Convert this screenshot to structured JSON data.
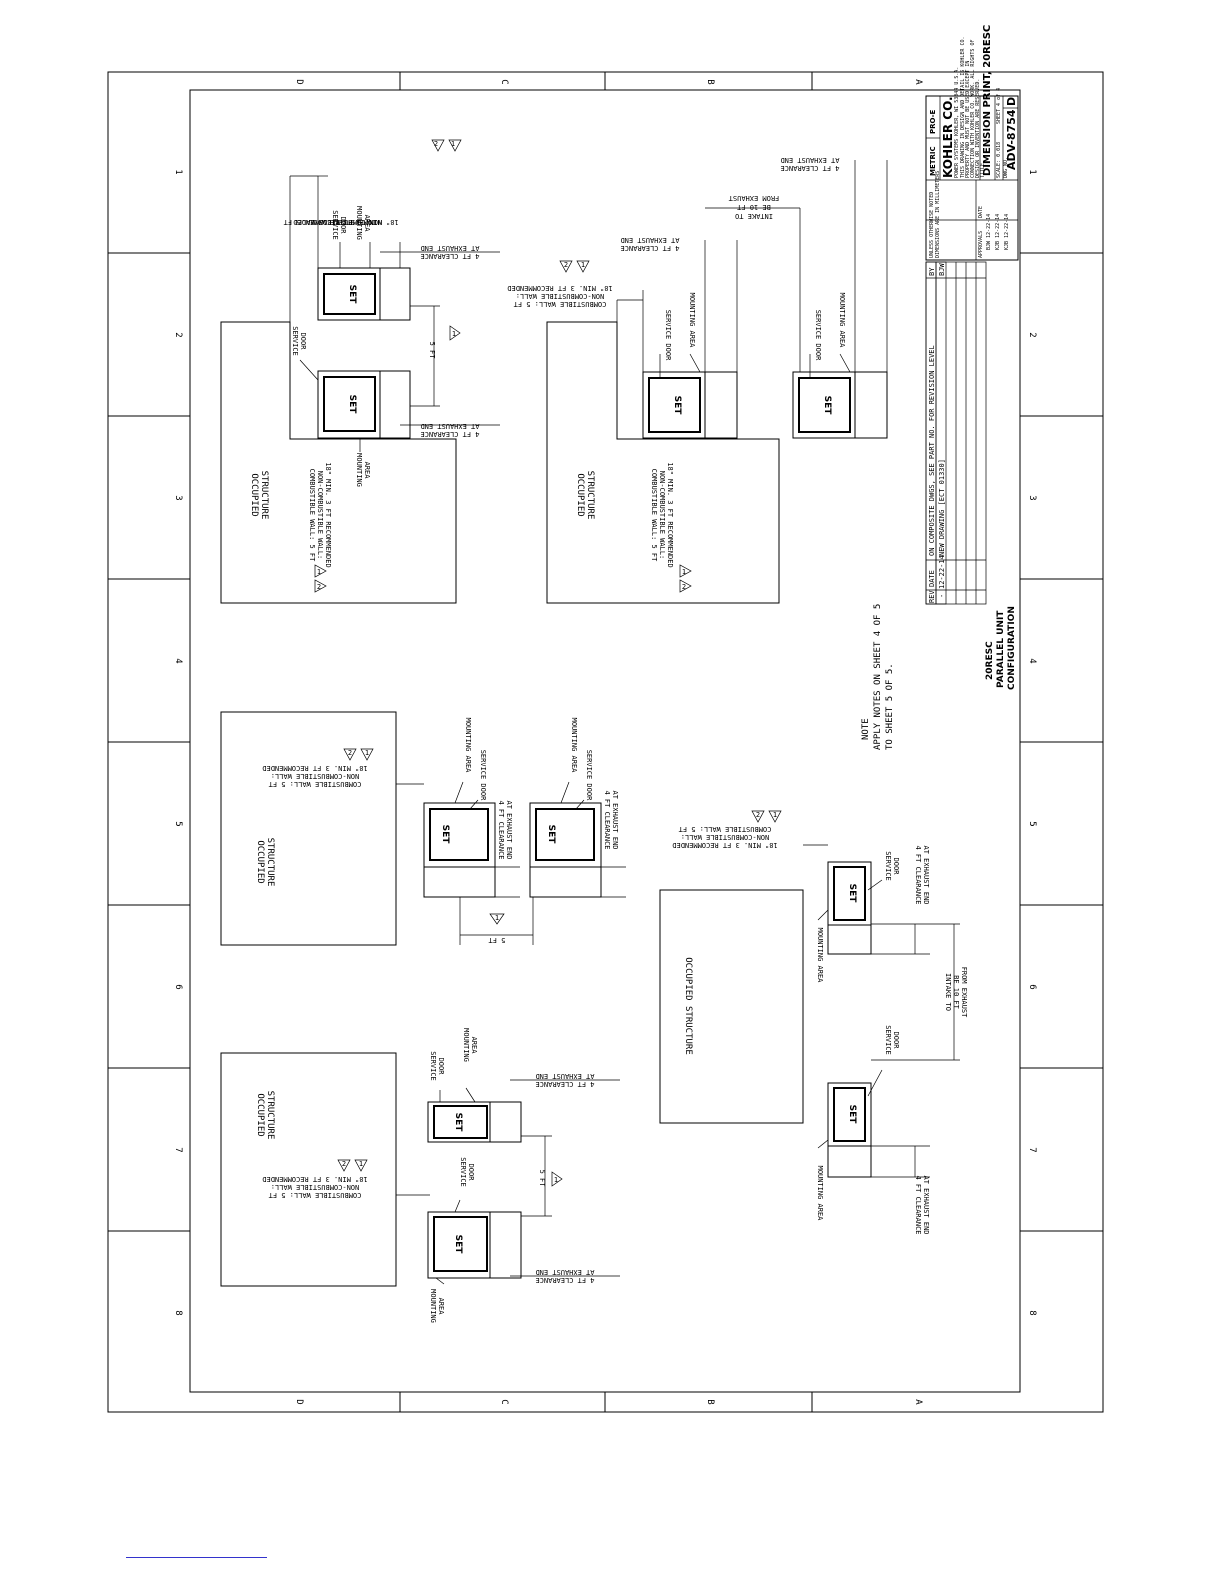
{
  "zones_letters": [
    "D",
    "C",
    "B",
    "A"
  ],
  "zones_numbers": [
    "1",
    "2",
    "3",
    "4",
    "5",
    "6",
    "7",
    "8"
  ],
  "labels": {
    "occupied": "OCCUPIED STRUCTURE",
    "occupied_l1": "OCCUPIED",
    "occupied_l2": "STRUCTURE",
    "set": "SET",
    "service_door": "SERVICE DOOR",
    "service_l1": "SERVICE",
    "service_l2": "DOOR",
    "mounting_area": "MOUNTING AREA",
    "mounting_l1": "MOUNTING",
    "mounting_l2": "AREA",
    "clear_l1": "4 FT  CLEARANCE",
    "clear_l2": "AT EXHAUST END",
    "five_ft": "5 FT",
    "wall_l1": "COMBUSTIBLE WALL: 5 FT",
    "wall_l2": "NON-COMBUSTIBLE WALL:",
    "wall_l3": "18\" MIN. 3 FT RECOMMENDED",
    "intake_l1": "INTAKE TO",
    "intake_l2": "BE 10 FT",
    "intake_l3": "FROM EXHAUST",
    "rev1": "1",
    "rev2": "2"
  },
  "note": {
    "l1": "NOTE",
    "l2": "APPLY NOTES ON SHEET 4 OF 5",
    "l3": "TO SHEET 5 OF 5."
  },
  "config_title": {
    "l1": "20RESC",
    "l2": "PARALLEL UNIT",
    "l3": "CONFIGURATION"
  },
  "revision_table": {
    "headers": [
      "REV",
      "DATE",
      "ON COMPOSITE DWGS, SEE PART NO. FOR REVISION LEVEL",
      "BY"
    ],
    "row1": [
      "-",
      "12-22-14",
      "NEW DRAWING [ECT 01330]",
      "BJW"
    ]
  },
  "title_block": {
    "metric": "METRIC",
    "proe": "PRO-E",
    "company": "KOHLER CO.",
    "company_addr": "POWER SYSTEMS   KOHLER, WI  53044  U.S.A.",
    "notice_l1": "THIS DRAWING IN DESIGN AND DETAIL IS KOHLER CO.",
    "notice_l2": "PROPERTY AND MUST NOT BE USED EXCEPT IN",
    "notice_l3": "CONNECTION WITH KOHLER CO. WORK. ALL RIGHTS OF",
    "notice_l4": "DESIGN OR INVENTION ARE RESERVED.",
    "units_l1": "UNLESS OTHERWISE NOTED",
    "units_l2": "DIMENSIONS ARE IN MILLIMETERS",
    "approvals": "APPROVALS",
    "date_hdr": "DATE",
    "drawn": "BJW  12-22-14",
    "checked": "KJB  12-22-14",
    "approved": "KJB  12-22-14",
    "title_hdr": "TITLE",
    "title": "DIMENSION PRINT, 20RESC",
    "scale": "SCALE: 0.018",
    "sheet": "SHEET 4 of 4",
    "size": "D",
    "dwg_no": "ADV-8754",
    "dwg_hdr": "DWG NO."
  }
}
